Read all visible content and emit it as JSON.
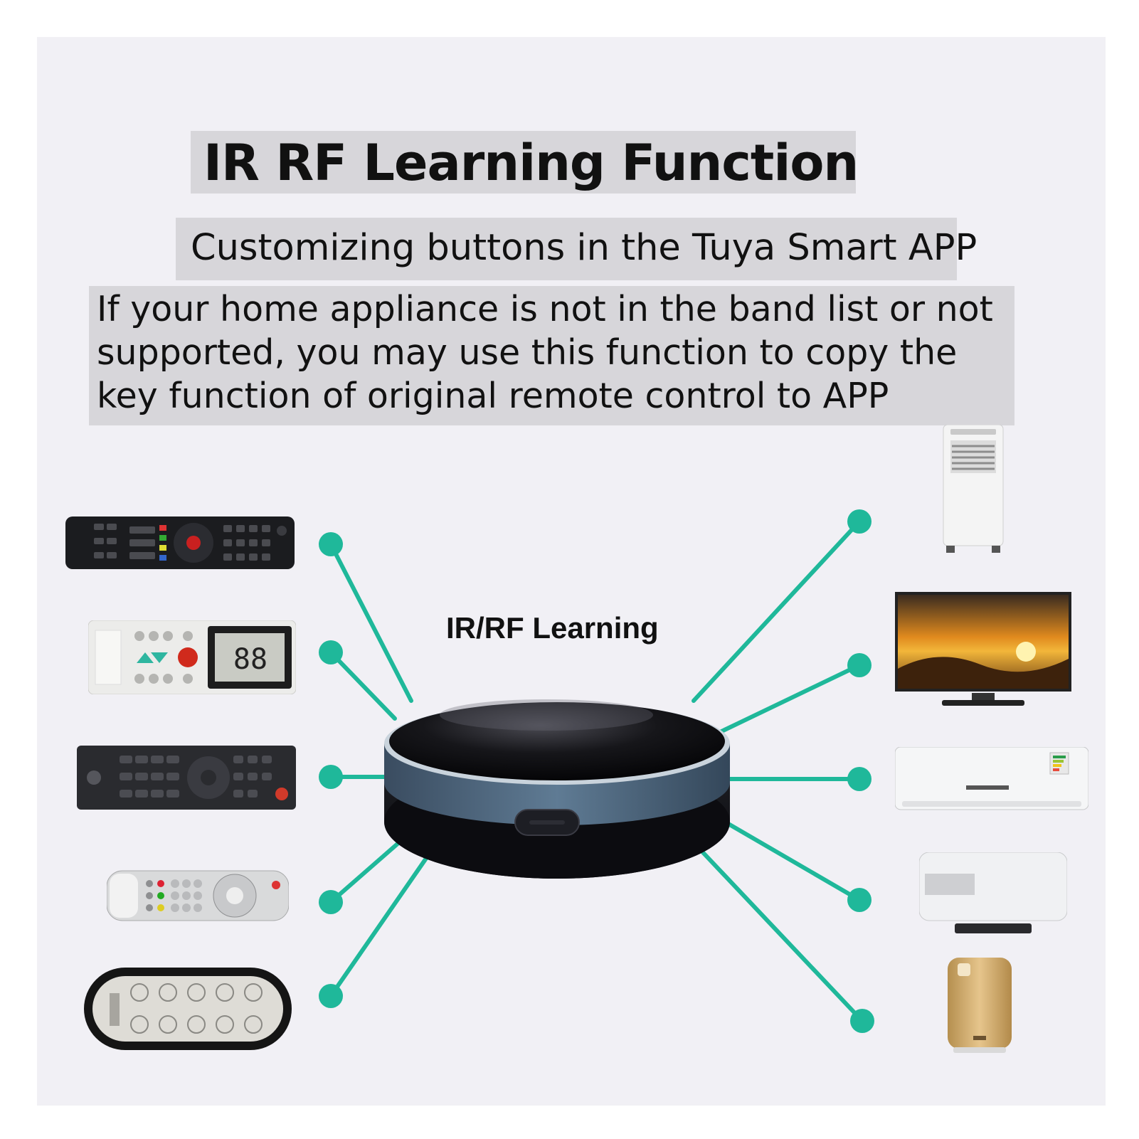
{
  "header": {
    "title": "IR RF Learning Function",
    "subtitle": "Customizing buttons in the Tuya Smart APP",
    "description": "If your home appliance is not in the band list or not supported, you may use this function to copy the key function of original remote control to APP"
  },
  "diagram": {
    "center_label": "IR/RF Learning",
    "hub": "smart-ir-rf-hub",
    "left_items": [
      "tv-remote",
      "air-conditioner-remote",
      "set-top-box-remote",
      "tv-remote-silver",
      "mini-remote"
    ],
    "right_items": [
      "portable-air-conditioner",
      "television",
      "wall-air-conditioner",
      "water-heater",
      "air-purifier"
    ]
  },
  "colors": {
    "connector": "#1fb89a",
    "panel": "#f1f0f5",
    "label_bg": "#d7d6da"
  }
}
